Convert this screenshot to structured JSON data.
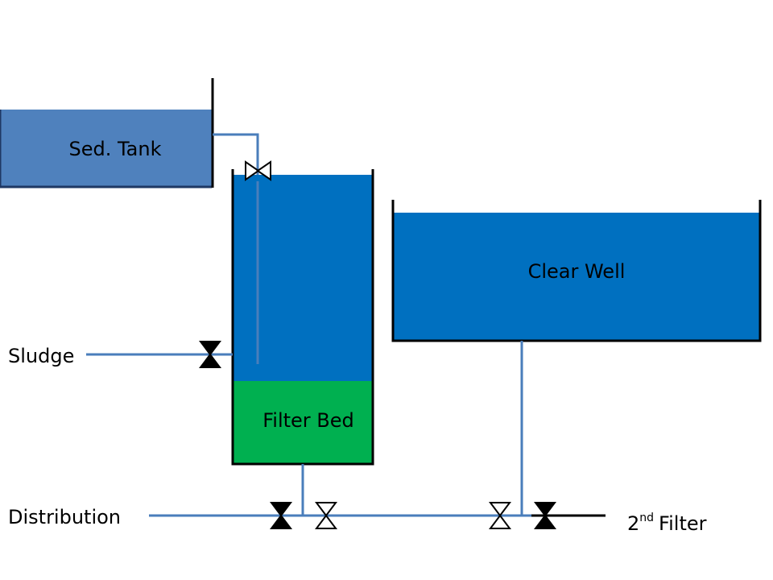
{
  "labels": {
    "sed_tank": "Sed. Tank",
    "clear_well": "Clear Well",
    "filter_bed": "Filter Bed",
    "sludge": "Sludge",
    "distribution": "Distribution",
    "second_filter_num": "2",
    "second_filter_sup": "nd",
    "second_filter_word": "Filter"
  },
  "colors": {
    "water": "#0070c0",
    "sed_tank_fill": "#4f81bd",
    "filter_bed_fill": "#00b050",
    "pipe": "#4a7ebb",
    "outline": "#000000"
  },
  "valves": [
    {
      "name": "inlet-valve",
      "state": "open"
    },
    {
      "name": "sludge-valve",
      "state": "closed"
    },
    {
      "name": "distribution-valve",
      "state": "closed"
    },
    {
      "name": "filter-outlet-valve",
      "state": "open"
    },
    {
      "name": "clear-well-valve",
      "state": "open"
    },
    {
      "name": "second-filter-valve",
      "state": "closed"
    }
  ]
}
